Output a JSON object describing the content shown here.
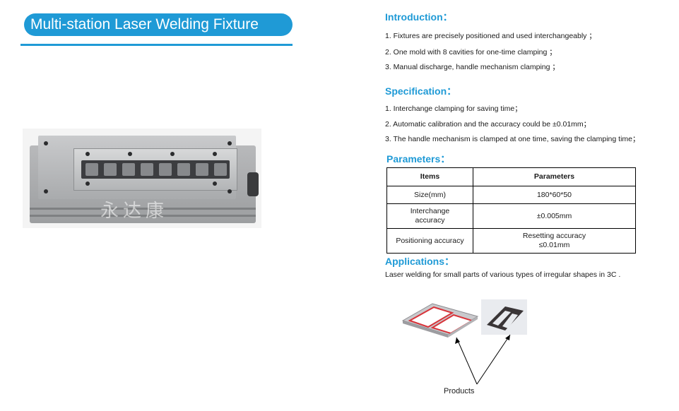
{
  "title": "Multi-station Laser Welding Fixture",
  "photo_watermark": "永达康",
  "introduction": {
    "heading": "Introduction：",
    "items": [
      "1. Fixtures are precisely positioned and used interchangeably ；",
      "2. One mold with 8 cavities for one-time clamping ；",
      "3. Manual discharge, handle mechanism clamping ；"
    ]
  },
  "specification": {
    "heading": "Specification：",
    "items": [
      "1. Interchange clamping for saving time；",
      "2. Automatic calibration and the accuracy could be ±0.01mm；",
      "3. The handle mechanism is clamped at one time, saving the clamping time；"
    ]
  },
  "parameters": {
    "heading": "Parameters：",
    "columns": [
      "Items",
      "Parameters"
    ],
    "rows": [
      [
        "Size(mm)",
        "180*60*50"
      ],
      [
        "Interchange accuracy",
        "±0.005mm"
      ],
      [
        "Positioning accuracy",
        "Resetting accuracy ≤0.01mm"
      ]
    ]
  },
  "applications": {
    "heading": "Applications：",
    "text": "Laser welding for small parts of various types of irregular shapes in 3C ."
  },
  "products_label": "Products",
  "colors": {
    "accent": "#1f9ad6",
    "sim_tray_red": "#d8343a",
    "table_border": "#000000"
  }
}
